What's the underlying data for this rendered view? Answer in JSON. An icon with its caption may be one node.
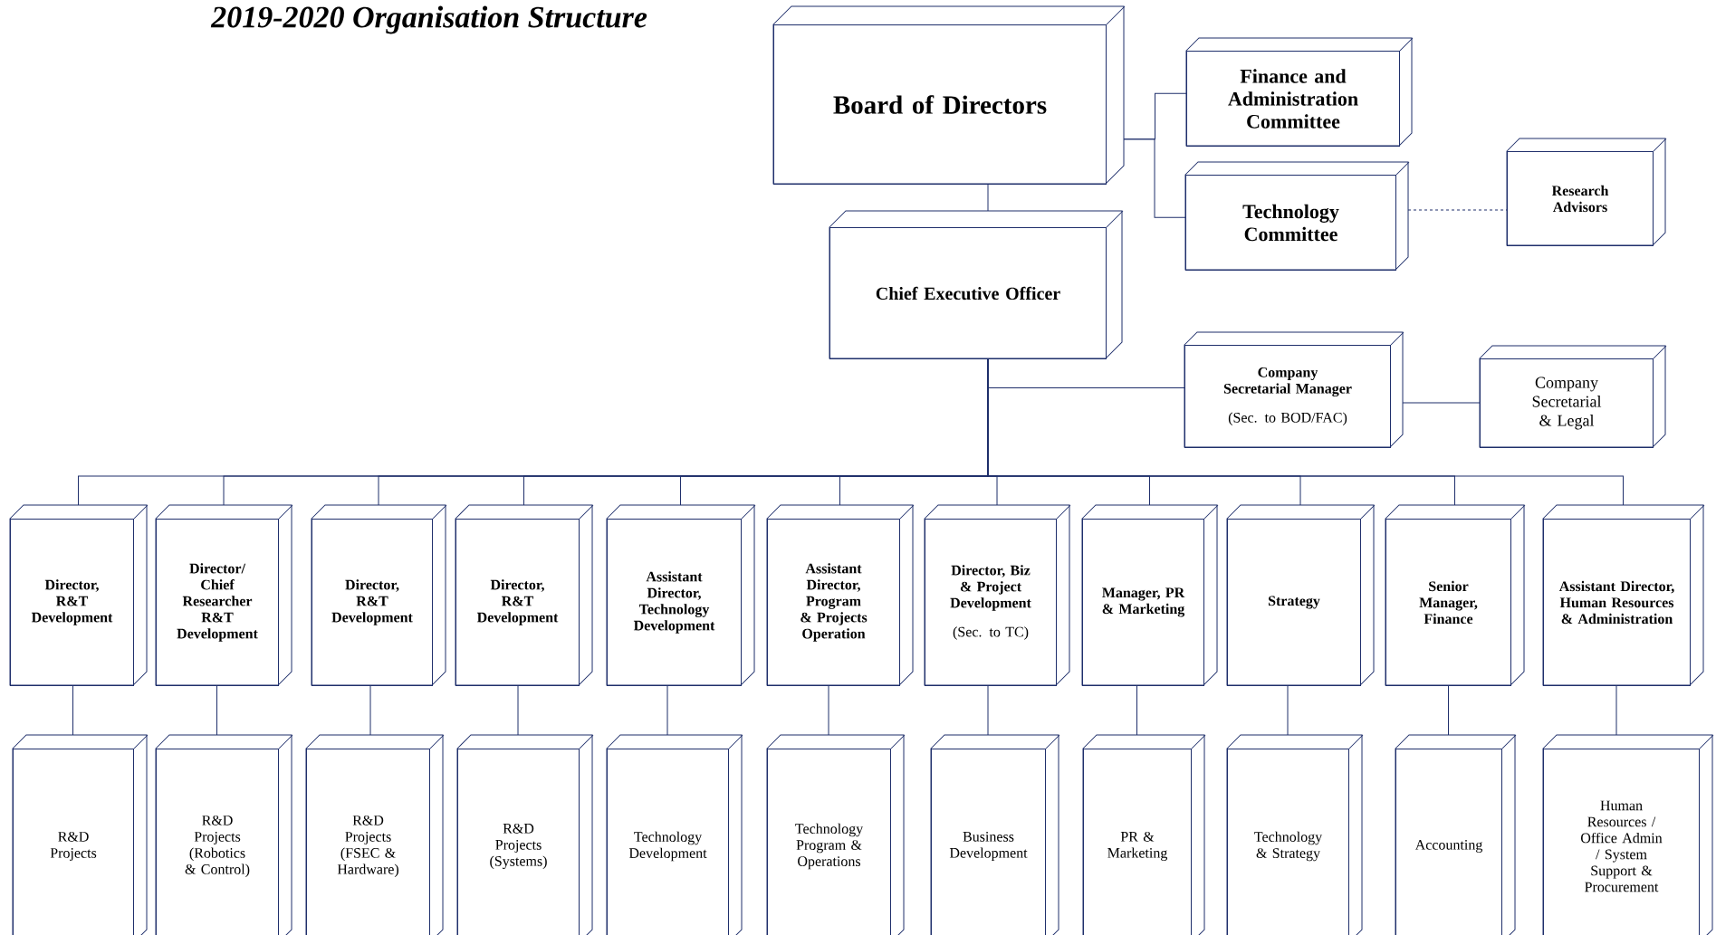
{
  "diagram": {
    "title": "2019-2020 Organisation Structure",
    "nodes": [
      {
        "text": [
          "Board of Directors"
        ]
      },
      {
        "text": [
          "Finance and Administration Committee"
        ]
      },
      {
        "text": [
          "Technology Committee"
        ]
      },
      {
        "text": [
          "Research Advisors"
        ]
      },
      {
        "text": [
          "Chief Executive Officer"
        ]
      },
      {
        "text": [
          "Company Secretarial Manager",
          "(Sec. to BOD/FAC)"
        ]
      },
      {
        "text": [
          "Company Secretarial & Legal"
        ]
      },
      {
        "text": [
          "Director, R&T Development"
        ]
      },
      {
        "text": [
          "Director/ Chief Researcher R&T Development"
        ]
      },
      {
        "text": [
          "Director, R&T Development"
        ]
      },
      {
        "text": [
          "Director, R&T Development"
        ]
      },
      {
        "text": [
          "Assistant Director, Technology Development"
        ]
      },
      {
        "text": [
          "Assistant Director, Program & Projects Operation"
        ]
      },
      {
        "text": [
          "Director, Biz & Project Development",
          "(Sec. to TC)"
        ]
      },
      {
        "text": [
          "Manager, PR & Marketing"
        ]
      },
      {
        "text": [
          "Strategy"
        ]
      },
      {
        "text": [
          "Senior Manager, Finance"
        ]
      },
      {
        "text": [
          "Assistant Director, Human Resources & Administration"
        ]
      },
      {
        "text": [
          "R&D Projects"
        ]
      },
      {
        "text": [
          "R&D Projects (Robotics & Control)"
        ]
      },
      {
        "text": [
          "R&D Projects (FSEC & Hardware)"
        ]
      },
      {
        "text": [
          "R&D Projects (Systems)"
        ]
      },
      {
        "text": [
          "Technology Development"
        ]
      },
      {
        "text": [
          "Technology Program & Operations"
        ]
      },
      {
        "text": [
          "Business Development"
        ]
      },
      {
        "text": [
          "PR & Marketing"
        ]
      },
      {
        "text": [
          "Technology & Strategy"
        ]
      },
      {
        "text": [
          "Accounting"
        ]
      },
      {
        "text": [
          "Human Resources / Office Admin / System Support & Procurement"
        ]
      }
    ],
    "edges": [
      {
        "from": 0,
        "to": 1,
        "arrow": "none"
      },
      {
        "from": 0,
        "to": 2,
        "arrow": "none"
      },
      {
        "from": 2,
        "to": 3,
        "arrow": "none",
        "style": "dashed"
      },
      {
        "from": 0,
        "to": 4,
        "arrow": "none"
      },
      {
        "from": 4,
        "to": 5,
        "arrow": "none"
      },
      {
        "from": 5,
        "to": 6,
        "arrow": "none"
      },
      {
        "from": 4,
        "to": 7,
        "arrow": "none"
      },
      {
        "from": 4,
        "to": 8,
        "arrow": "none"
      },
      {
        "from": 4,
        "to": 9,
        "arrow": "none"
      },
      {
        "from": 4,
        "to": 10,
        "arrow": "none"
      },
      {
        "from": 4,
        "to": 11,
        "arrow": "none"
      },
      {
        "from": 4,
        "to": 12,
        "arrow": "none"
      },
      {
        "from": 4,
        "to": 13,
        "arrow": "none"
      },
      {
        "from": 4,
        "to": 14,
        "arrow": "none"
      },
      {
        "from": 4,
        "to": 15,
        "arrow": "none"
      },
      {
        "from": 4,
        "to": 16,
        "arrow": "none"
      },
      {
        "from": 4,
        "to": 17,
        "arrow": "none"
      },
      {
        "from": 7,
        "to": 18,
        "arrow": "none"
      },
      {
        "from": 8,
        "to": 19,
        "arrow": "none"
      },
      {
        "from": 9,
        "to": 20,
        "arrow": "none"
      },
      {
        "from": 10,
        "to": 21,
        "arrow": "none"
      },
      {
        "from": 11,
        "to": 22,
        "arrow": "none"
      },
      {
        "from": 12,
        "to": 23,
        "arrow": "none"
      },
      {
        "from": 13,
        "to": 24,
        "arrow": "none"
      },
      {
        "from": 14,
        "to": 25,
        "arrow": "none"
      },
      {
        "from": 15,
        "to": 26,
        "arrow": "none"
      },
      {
        "from": 16,
        "to": 27,
        "arrow": "none"
      },
      {
        "from": 17,
        "to": 28,
        "arrow": "none"
      }
    ]
  }
}
